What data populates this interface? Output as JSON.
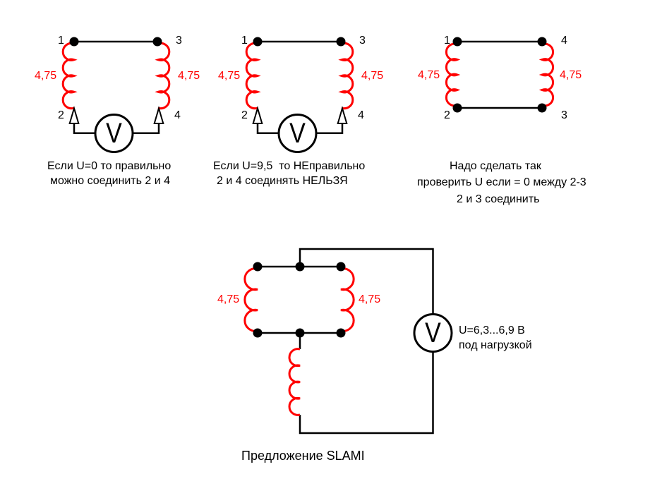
{
  "colors": {
    "coil_red": "#ff0000",
    "wire_black": "#000000",
    "background": "#ffffff"
  },
  "c1": {
    "terminal_top_left": "1",
    "terminal_top_right": "3",
    "terminal_bottom_left": "2",
    "terminal_bottom_right": "4",
    "coil_left_value": "4,75",
    "coil_right_value": "4,75",
    "meter_symbol": "V",
    "caption_line1": "Если U=0 то правильно",
    "caption_line2": "можно соединить 2 и 4"
  },
  "c2": {
    "terminal_top_left": "1",
    "terminal_top_right": "3",
    "terminal_bottom_left": "2",
    "terminal_bottom_right": "4",
    "coil_left_value": "4,75",
    "coil_right_value": "4,75",
    "meter_symbol": "V",
    "caption_line1": "Если U=9,5  то НЕправильно",
    "caption_line2": "2 и 4 соединять НЕЛЬЗЯ"
  },
  "c3": {
    "terminal_top_left": "1",
    "terminal_top_right": "4",
    "terminal_bottom_left": "2",
    "terminal_bottom_right": "3",
    "coil_left_value": "4,75",
    "coil_right_value": "4,75",
    "caption_line1": "Надо сделать так",
    "caption_line2": "проверить U если = 0 между 2-3",
    "caption_line3": "2 и 3 соединить"
  },
  "c4": {
    "coil_left_value": "4,75",
    "coil_right_value": "4,75",
    "meter_symbol": "V",
    "meter_label_line1": "U=6,3...6,9 В",
    "meter_label_line2": "под нагрузкой",
    "caption": "Предложение SLAMI"
  }
}
